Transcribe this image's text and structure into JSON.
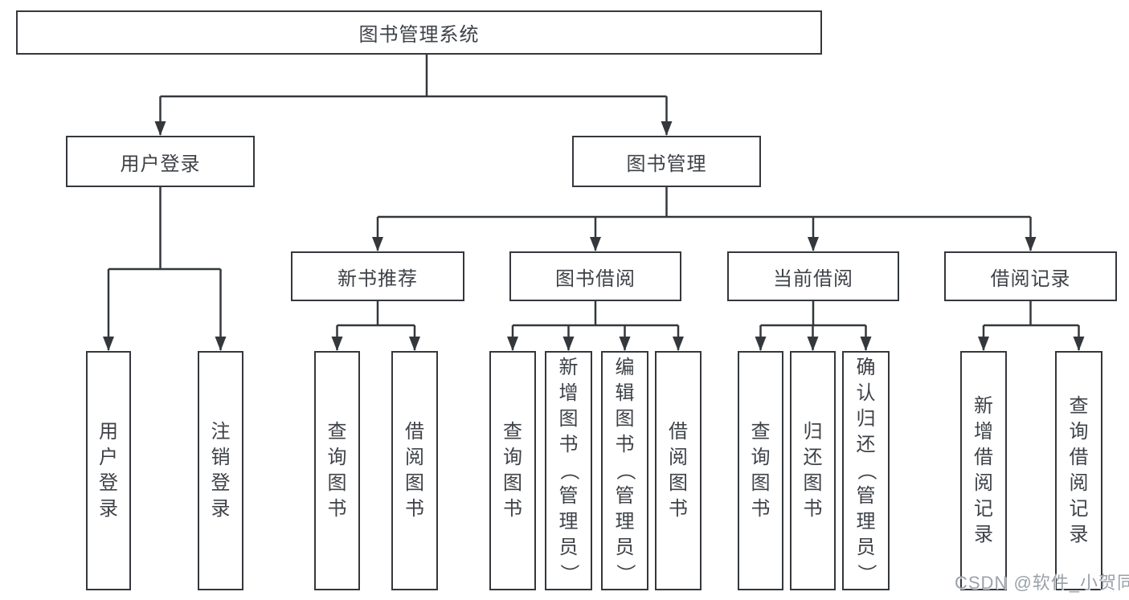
{
  "diagram": {
    "type": "hierarchy-tree",
    "title": "图书管理系统",
    "watermark": "CSDN @软件_小贺同学",
    "colors": {
      "background": "#ffffff",
      "line": "#34383c",
      "box_border": "#34383c",
      "text": "#3e4247",
      "watermark_text": "#9ba1a9"
    },
    "nodes": [
      {
        "id": "root",
        "parent": null,
        "label": "图书管理系统",
        "text_direction": "horizontal"
      },
      {
        "id": "user-login",
        "parent": "root",
        "label": "用户登录",
        "text_direction": "horizontal"
      },
      {
        "id": "book-mgmt",
        "parent": "root",
        "label": "图书管理",
        "text_direction": "horizontal"
      },
      {
        "id": "new-book-rec",
        "parent": "book-mgmt",
        "label": "新书推荐",
        "text_direction": "horizontal"
      },
      {
        "id": "book-borrowing",
        "parent": "book-mgmt",
        "label": "图书借阅",
        "text_direction": "horizontal"
      },
      {
        "id": "current-borrowing",
        "parent": "book-mgmt",
        "label": "当前借阅",
        "text_direction": "horizontal"
      },
      {
        "id": "borrow-records",
        "parent": "book-mgmt",
        "label": "借阅记录",
        "text_direction": "horizontal"
      },
      {
        "id": "leaf-user-login",
        "parent": "user-login",
        "label": "用户登录",
        "text_direction": "vertical"
      },
      {
        "id": "leaf-logout",
        "parent": "user-login",
        "label": "注销登录",
        "text_direction": "vertical"
      },
      {
        "id": "leaf-query-books-rec",
        "parent": "new-book-rec",
        "label": "查询图书",
        "text_direction": "vertical"
      },
      {
        "id": "leaf-borrow-books-rec",
        "parent": "new-book-rec",
        "label": "借阅图书",
        "text_direction": "vertical"
      },
      {
        "id": "leaf-query-books-borrow",
        "parent": "book-borrowing",
        "label": "查询图书",
        "text_direction": "vertical"
      },
      {
        "id": "leaf-add-books",
        "parent": "book-borrowing",
        "label": "新增图书（管理员）",
        "text_direction": "vertical"
      },
      {
        "id": "leaf-edit-books",
        "parent": "book-borrowing",
        "label": "编辑图书（管理员）",
        "text_direction": "vertical"
      },
      {
        "id": "leaf-borrow-books-borrow",
        "parent": "book-borrowing",
        "label": "借阅图书",
        "text_direction": "vertical"
      },
      {
        "id": "leaf-query-books-current",
        "parent": "current-borrowing",
        "label": "查询图书",
        "text_direction": "vertical"
      },
      {
        "id": "leaf-return-books",
        "parent": "current-borrowing",
        "label": "归还图书",
        "text_direction": "vertical"
      },
      {
        "id": "leaf-confirm-return",
        "parent": "current-borrowing",
        "label": "确认归还（管理员）",
        "text_direction": "vertical"
      },
      {
        "id": "leaf-add-borrow-record",
        "parent": "borrow-records",
        "label": "新增借阅记录",
        "text_direction": "vertical"
      },
      {
        "id": "leaf-query-borrow-record",
        "parent": "borrow-records",
        "label": "查询借阅记录",
        "text_direction": "vertical"
      }
    ]
  }
}
